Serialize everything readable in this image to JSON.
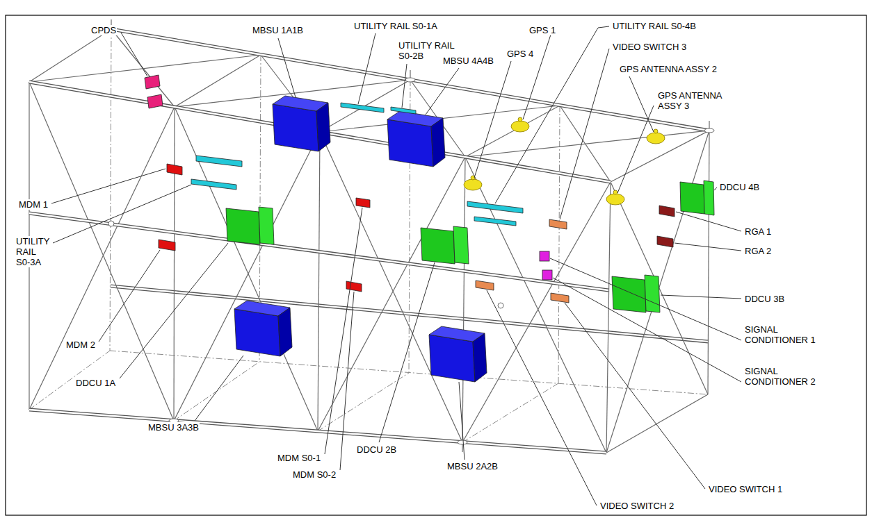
{
  "diagram": {
    "labels": [
      "CPDS",
      "MBSU 1A1B",
      "UTILITY RAIL S0-1A",
      "UTILITY RAIL S0-2B",
      "MBSU 4A4B",
      "GPS 1",
      "GPS 4",
      "UTILITY RAIL S0-4B",
      "VIDEO SWITCH 3",
      "GPS ANTENNA ASSY 2",
      "GPS ANTENNA ASSY 3",
      "DDCU 4B",
      "RGA 1",
      "RGA 2",
      "DDCU 3B",
      "SIGNAL CONDITIONER 1",
      "SIGNAL CONDITIONER 2",
      "VIDEO SWITCH 1",
      "VIDEO SWITCH 2",
      "MBSU 2A2B",
      "DDCU 2B",
      "MDM S0-2",
      "MDM S0-1",
      "MBSU 3A3B",
      "DDCU 1A",
      "MDM 2",
      "UTILITY RAIL S0-3A",
      "MDM 1"
    ]
  }
}
